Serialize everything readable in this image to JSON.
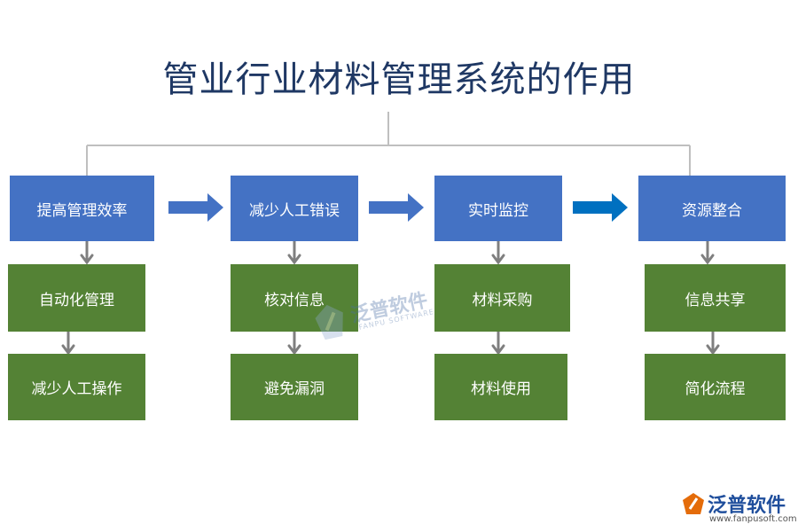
{
  "title": "管业行业材料管理系统的作用",
  "columns": [
    {
      "head": "提高管理效率",
      "items": [
        "自动化管理",
        "减少人工操作"
      ]
    },
    {
      "head": "减少人工错误",
      "items": [
        "核对信息",
        "避免漏洞"
      ]
    },
    {
      "head": "实时监控",
      "items": [
        "材料采购",
        "材料使用"
      ]
    },
    {
      "head": "资源整合",
      "items": [
        "信息共享",
        "简化流程"
      ]
    }
  ],
  "watermark": {
    "name": "泛普软件",
    "sub": "FANPU SOFTWARE"
  },
  "logo": {
    "name": "泛普软件",
    "url": "www.fanpusoft.com"
  },
  "colors": {
    "title": "#1f3864",
    "head_box": "#4472c4",
    "item_box": "#548235",
    "connector": "#bfbfbf",
    "arrow_gray": "#7f7f7f",
    "arrow_blue": "#4472c4",
    "arrow_accent": "#0070c0"
  }
}
